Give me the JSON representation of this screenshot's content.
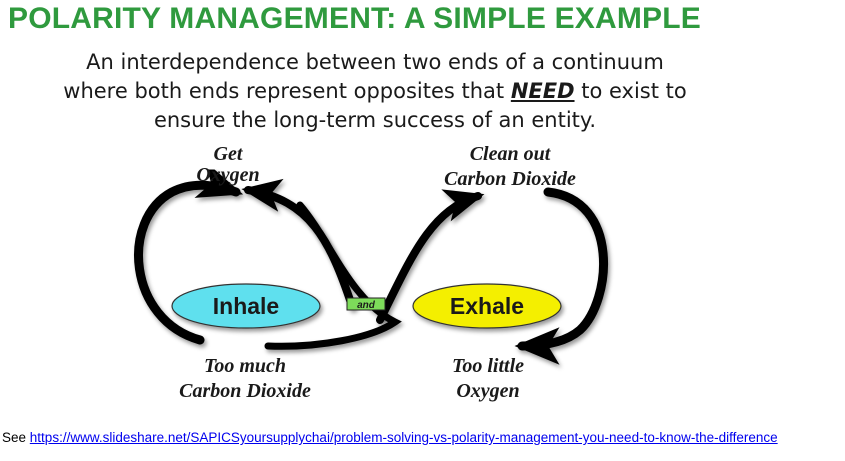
{
  "title": "POLARITY MANAGEMENT: A SIMPLE EXAMPLE",
  "subtitle": {
    "line1": "An interdependence between two ends of a continuum",
    "line2_before": "where both ends represent opposites that ",
    "line2_em": "NEED",
    "line2_after": " to exist to",
    "line3": "ensure the long-term success of an entity."
  },
  "diagram": {
    "top_left": [
      "Get",
      "Oxygen"
    ],
    "top_right": [
      "Clean out",
      "Carbon Dioxide"
    ],
    "bottom_left": [
      "Too much",
      "Carbon Dioxide"
    ],
    "bottom_right": [
      "Too little",
      "Oxygen"
    ],
    "left_pole": "Inhale",
    "right_pole": "Exhale",
    "connector": "and"
  },
  "footer": {
    "prefix": "See",
    "link": "https://www.slideshare.net/SAPICSyoursupplychai/problem-solving-vs-polarity-management-you-need-to-know-the-difference"
  },
  "colors": {
    "title": "#2f9a3e",
    "inhale": "#5ee0ee",
    "exhale": "#f4ef00",
    "connector": "#7ddc5a",
    "arrow": "#000000"
  }
}
